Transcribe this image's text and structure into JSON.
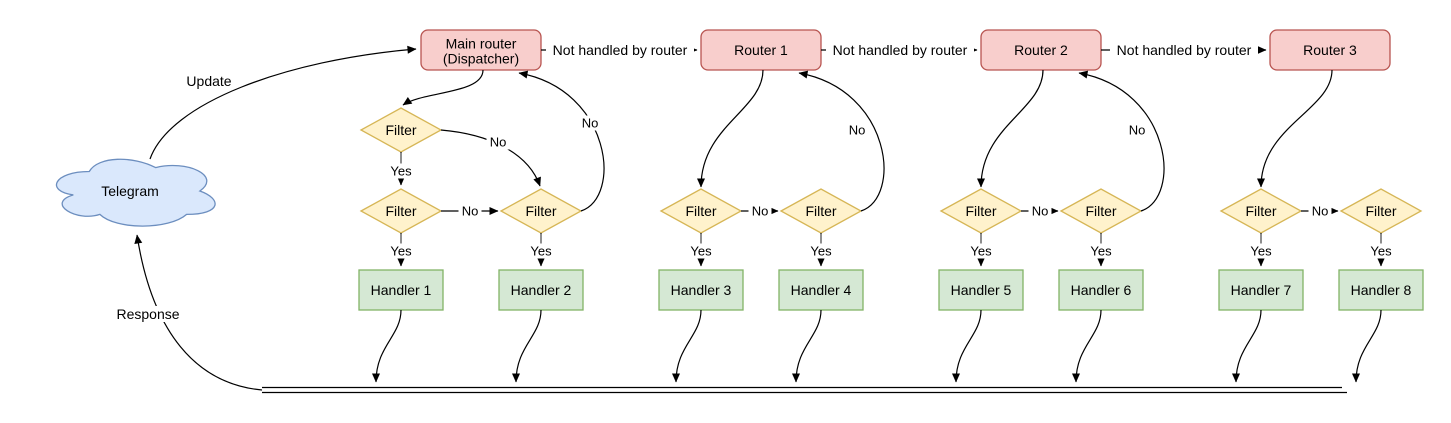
{
  "labels": {
    "telegram": "Telegram",
    "update": "Update",
    "response": "Response",
    "not_handled": "Not handled by router",
    "yes": "Yes",
    "no": "No",
    "filter": "Filter"
  },
  "nodes": {
    "main_router": {
      "line1": "Main router",
      "line2": "(Dispatcher)"
    },
    "routers": [
      "Router 1",
      "Router 2",
      "Router 3"
    ],
    "handlers": [
      "Handler 1",
      "Handler 2",
      "Handler 3",
      "Handler 4",
      "Handler 5",
      "Handler 6",
      "Handler 7",
      "Handler 8"
    ]
  },
  "colors": {
    "router_fill": "#f8cecc",
    "router_stroke": "#b85450",
    "filter_fill": "#fff2cc",
    "filter_stroke": "#d6b656",
    "handler_fill": "#d5e8d4",
    "handler_stroke": "#82b366",
    "cloud_fill": "#dae8fc",
    "cloud_stroke": "#6c8ebf",
    "edge": "#000000",
    "stub": "#666666"
  }
}
